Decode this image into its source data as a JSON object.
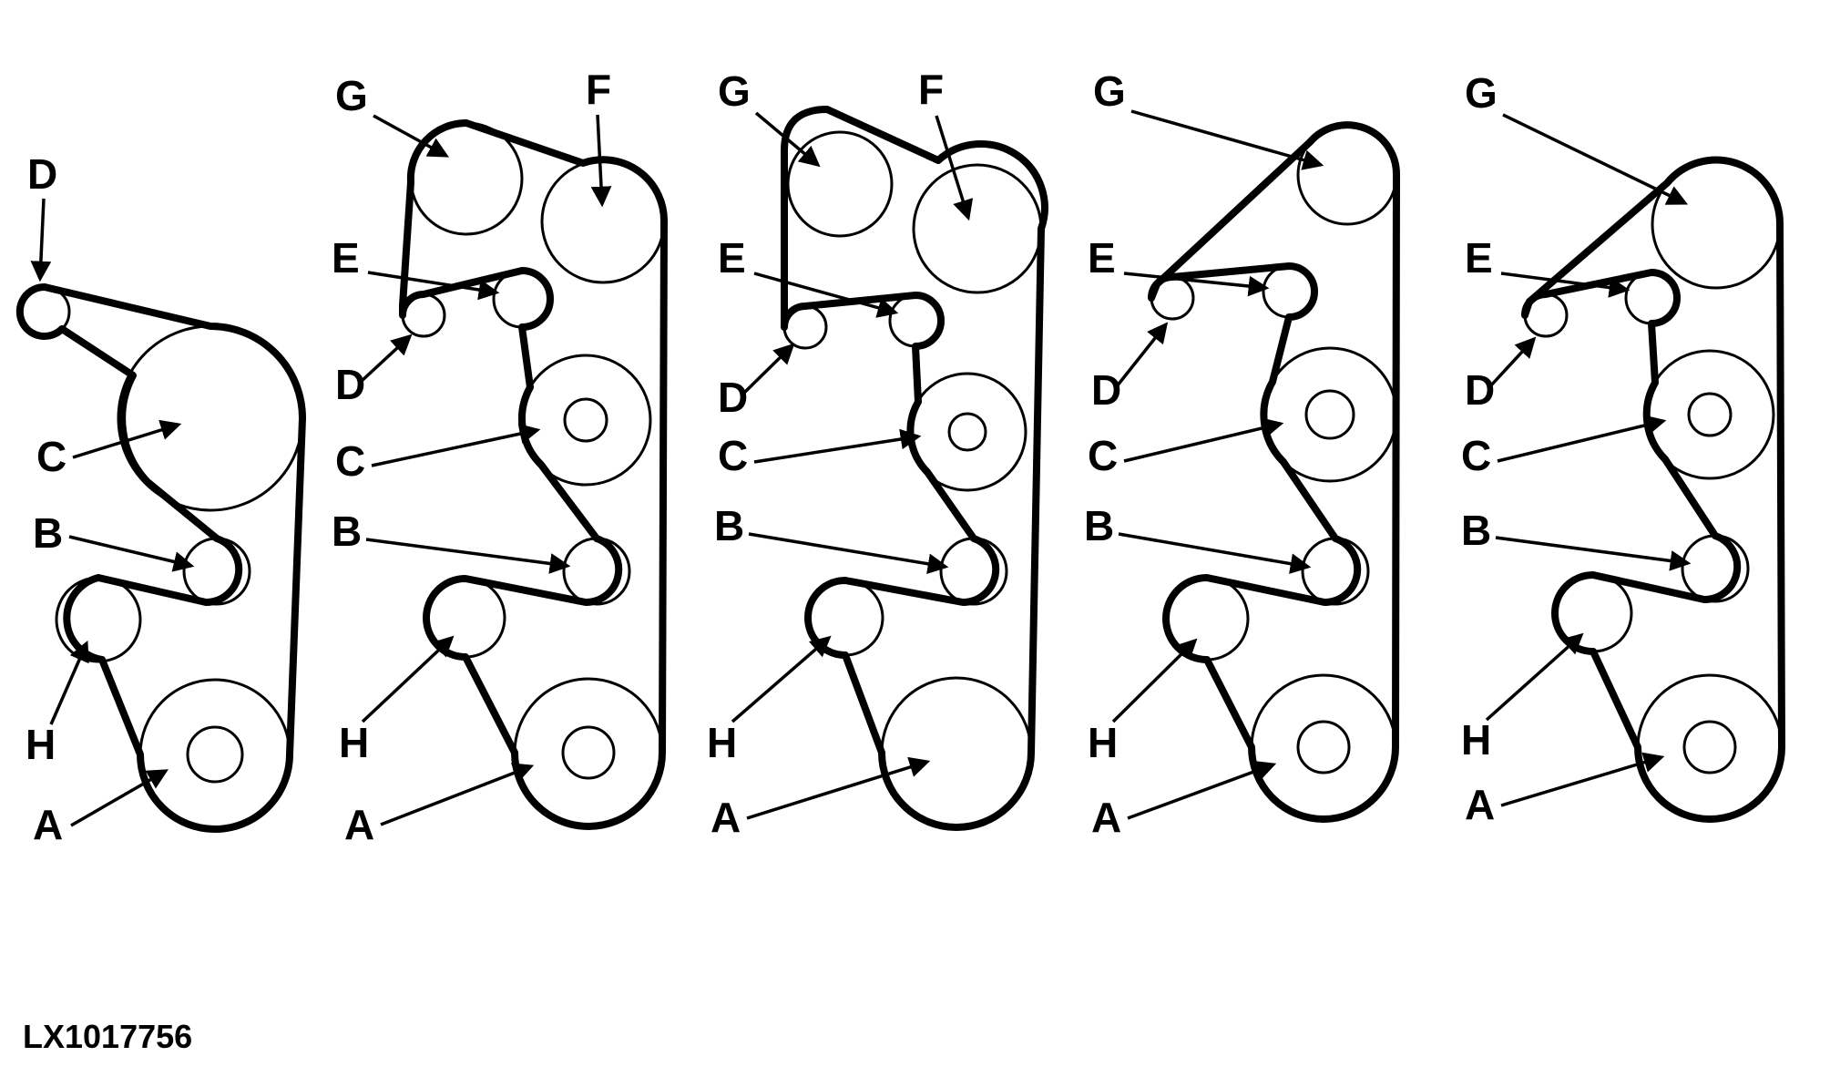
{
  "figure": {
    "code": "LX1017756"
  },
  "line_color": "#000000",
  "background_color": "#ffffff",
  "diagrams": [
    {
      "labels": [
        "D",
        "C",
        "B",
        "H",
        "A"
      ]
    },
    {
      "labels": [
        "G",
        "F",
        "E",
        "D",
        "C",
        "B",
        "H",
        "A"
      ]
    },
    {
      "labels": [
        "G",
        "F",
        "E",
        "D",
        "C",
        "B",
        "H",
        "A"
      ]
    },
    {
      "labels": [
        "G",
        "E",
        "D",
        "C",
        "B",
        "H",
        "A"
      ]
    },
    {
      "labels": [
        "G",
        "E",
        "D",
        "C",
        "B",
        "H",
        "A"
      ]
    }
  ]
}
